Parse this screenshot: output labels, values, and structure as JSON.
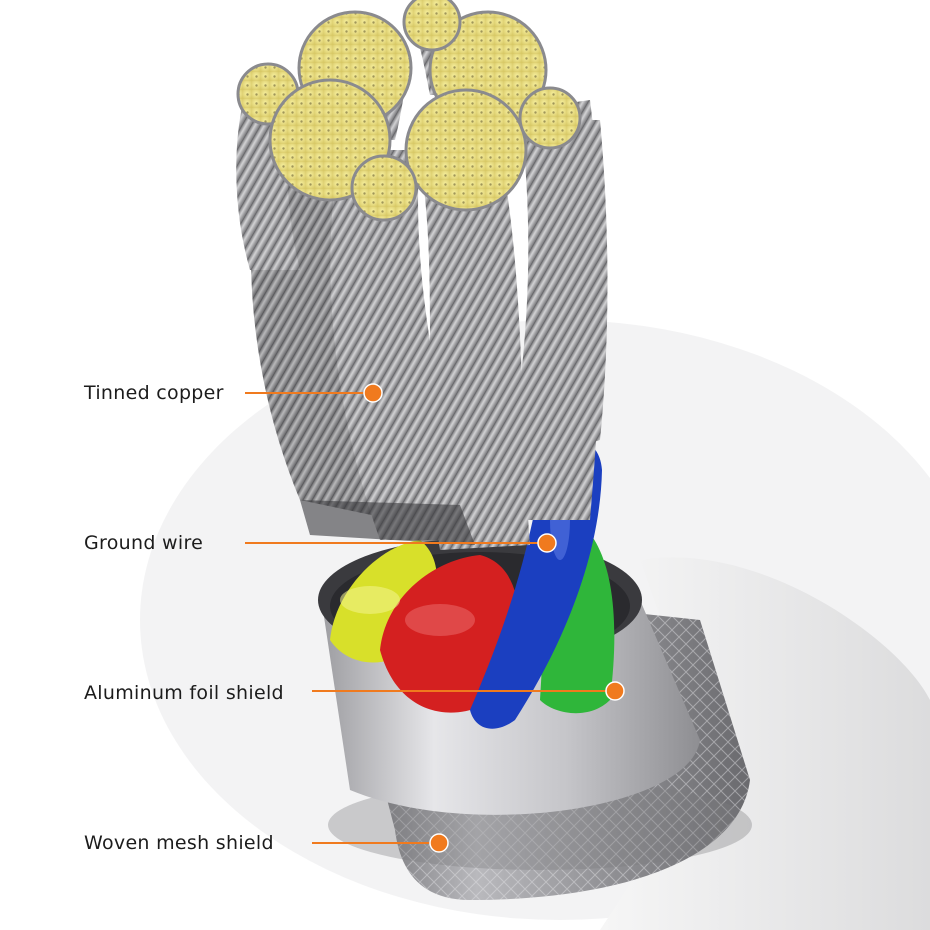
{
  "colors": {
    "accent": "#f07a1e",
    "conductor_tip": "#efe38a",
    "strand": "#a8a8a8",
    "wire_yellow": "#d8e02a",
    "wire_red": "#d42020",
    "wire_blue": "#1b3fc0",
    "wire_green": "#2fb63a",
    "foil": "#cfcfd3",
    "mesh": "#9a9a9e",
    "jacket": "#f2f2f2"
  },
  "callouts": [
    {
      "id": "tinned-copper",
      "text": "Tinned copper"
    },
    {
      "id": "ground-wire",
      "text": "Ground wire"
    },
    {
      "id": "aluminum-foil-shield",
      "text": "Aluminum foil shield"
    },
    {
      "id": "woven-mesh-shield",
      "text": "Woven mesh shield"
    }
  ]
}
